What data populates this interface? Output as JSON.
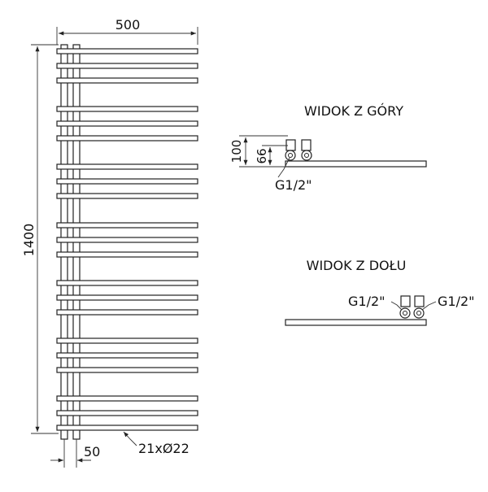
{
  "front_view": {
    "width_label": "500",
    "height_label": "1400",
    "spacing_label": "50",
    "tubes_label": "21xØ22"
  },
  "top_view": {
    "title": "WIDOK Z GÓRY",
    "depth_label": "100",
    "connection_depth_label": "66",
    "thread_label": "G1/2\""
  },
  "bottom_view": {
    "title": "WIDOK Z DOŁU",
    "thread_left_label": "G1/2\"",
    "thread_right_label": "G1/2\""
  }
}
